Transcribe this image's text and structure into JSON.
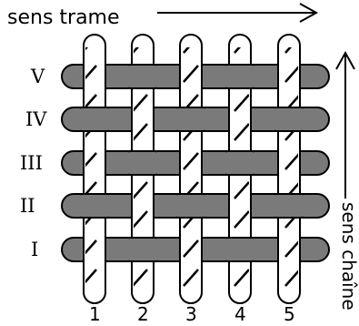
{
  "arrows": {
    "weft_label": "sens trame",
    "warp_label": "sens chaîne"
  },
  "weft_rows": [
    "V",
    "IV",
    "III",
    "II",
    "I"
  ],
  "warp_columns": [
    "1",
    "2",
    "3",
    "4",
    "5"
  ],
  "colors": {
    "weft_fill": "#7a7a7a",
    "warp_fill": "#ffffff",
    "stroke": "#000000"
  }
}
